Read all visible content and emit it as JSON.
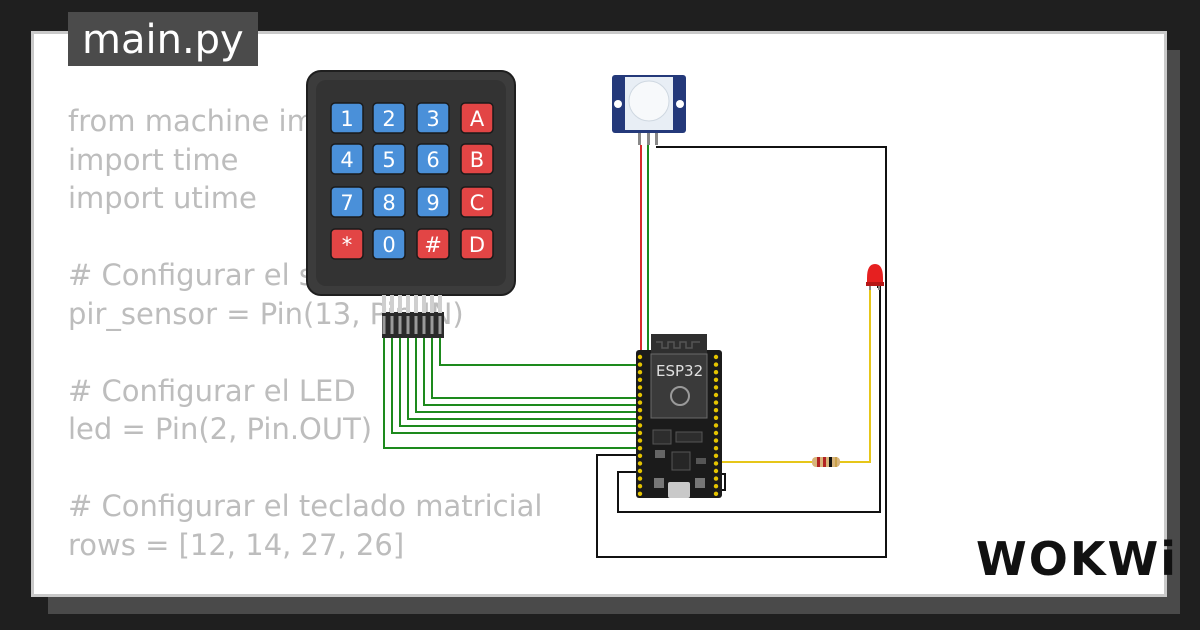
{
  "file": {
    "name": "main.py"
  },
  "code_lines": [
    "from machine import Pin",
    "import time",
    "import utime",
    "",
    "# Configurar el sensor PIR",
    "pir_sensor = Pin(13, Pin.IN)",
    "",
    "# Configurar el LED",
    "led = Pin(2, Pin.OUT)",
    "",
    "# Configurar el teclado matricial",
    "rows = [12, 14, 27, 26]"
  ],
  "keypad": {
    "keys": [
      "1",
      "2",
      "3",
      "A",
      "4",
      "5",
      "6",
      "B",
      "7",
      "8",
      "9",
      "C",
      "*",
      "0",
      "#",
      "D"
    ]
  },
  "board": {
    "label": "ESP32"
  },
  "logo": {
    "text": "WOKWi"
  },
  "colors": {
    "key_blue": "#4a90d9",
    "key_red": "#e24545",
    "wire_green": "#1d8a1d",
    "wire_red": "#d92b2b",
    "wire_yellow": "#e6c619",
    "wire_black": "#111111"
  }
}
